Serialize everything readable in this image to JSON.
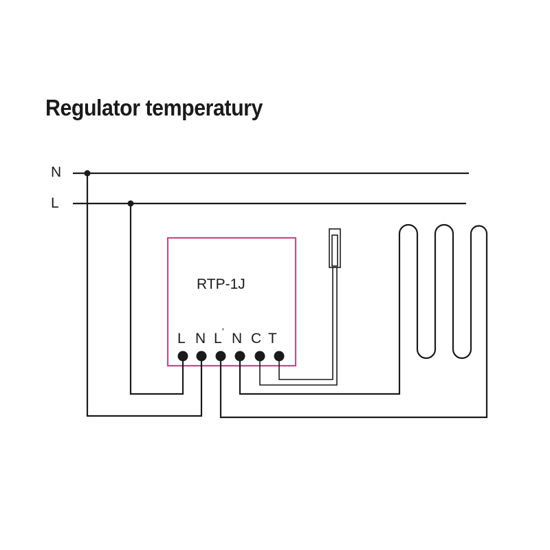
{
  "title": "Regulator temperatury",
  "lines": {
    "neutral": "N",
    "live": "L"
  },
  "device": {
    "name": "RTP-1J",
    "terminals": [
      {
        "label": "L",
        "sup": ""
      },
      {
        "label": "N",
        "sup": ""
      },
      {
        "label": "L",
        "sup": "'"
      },
      {
        "label": "N",
        "sup": ""
      },
      {
        "label": "C",
        "sup": ""
      },
      {
        "label": "T",
        "sup": ""
      }
    ]
  },
  "colors": {
    "line": "#1a1a1a",
    "device_border": "#c8488a"
  }
}
